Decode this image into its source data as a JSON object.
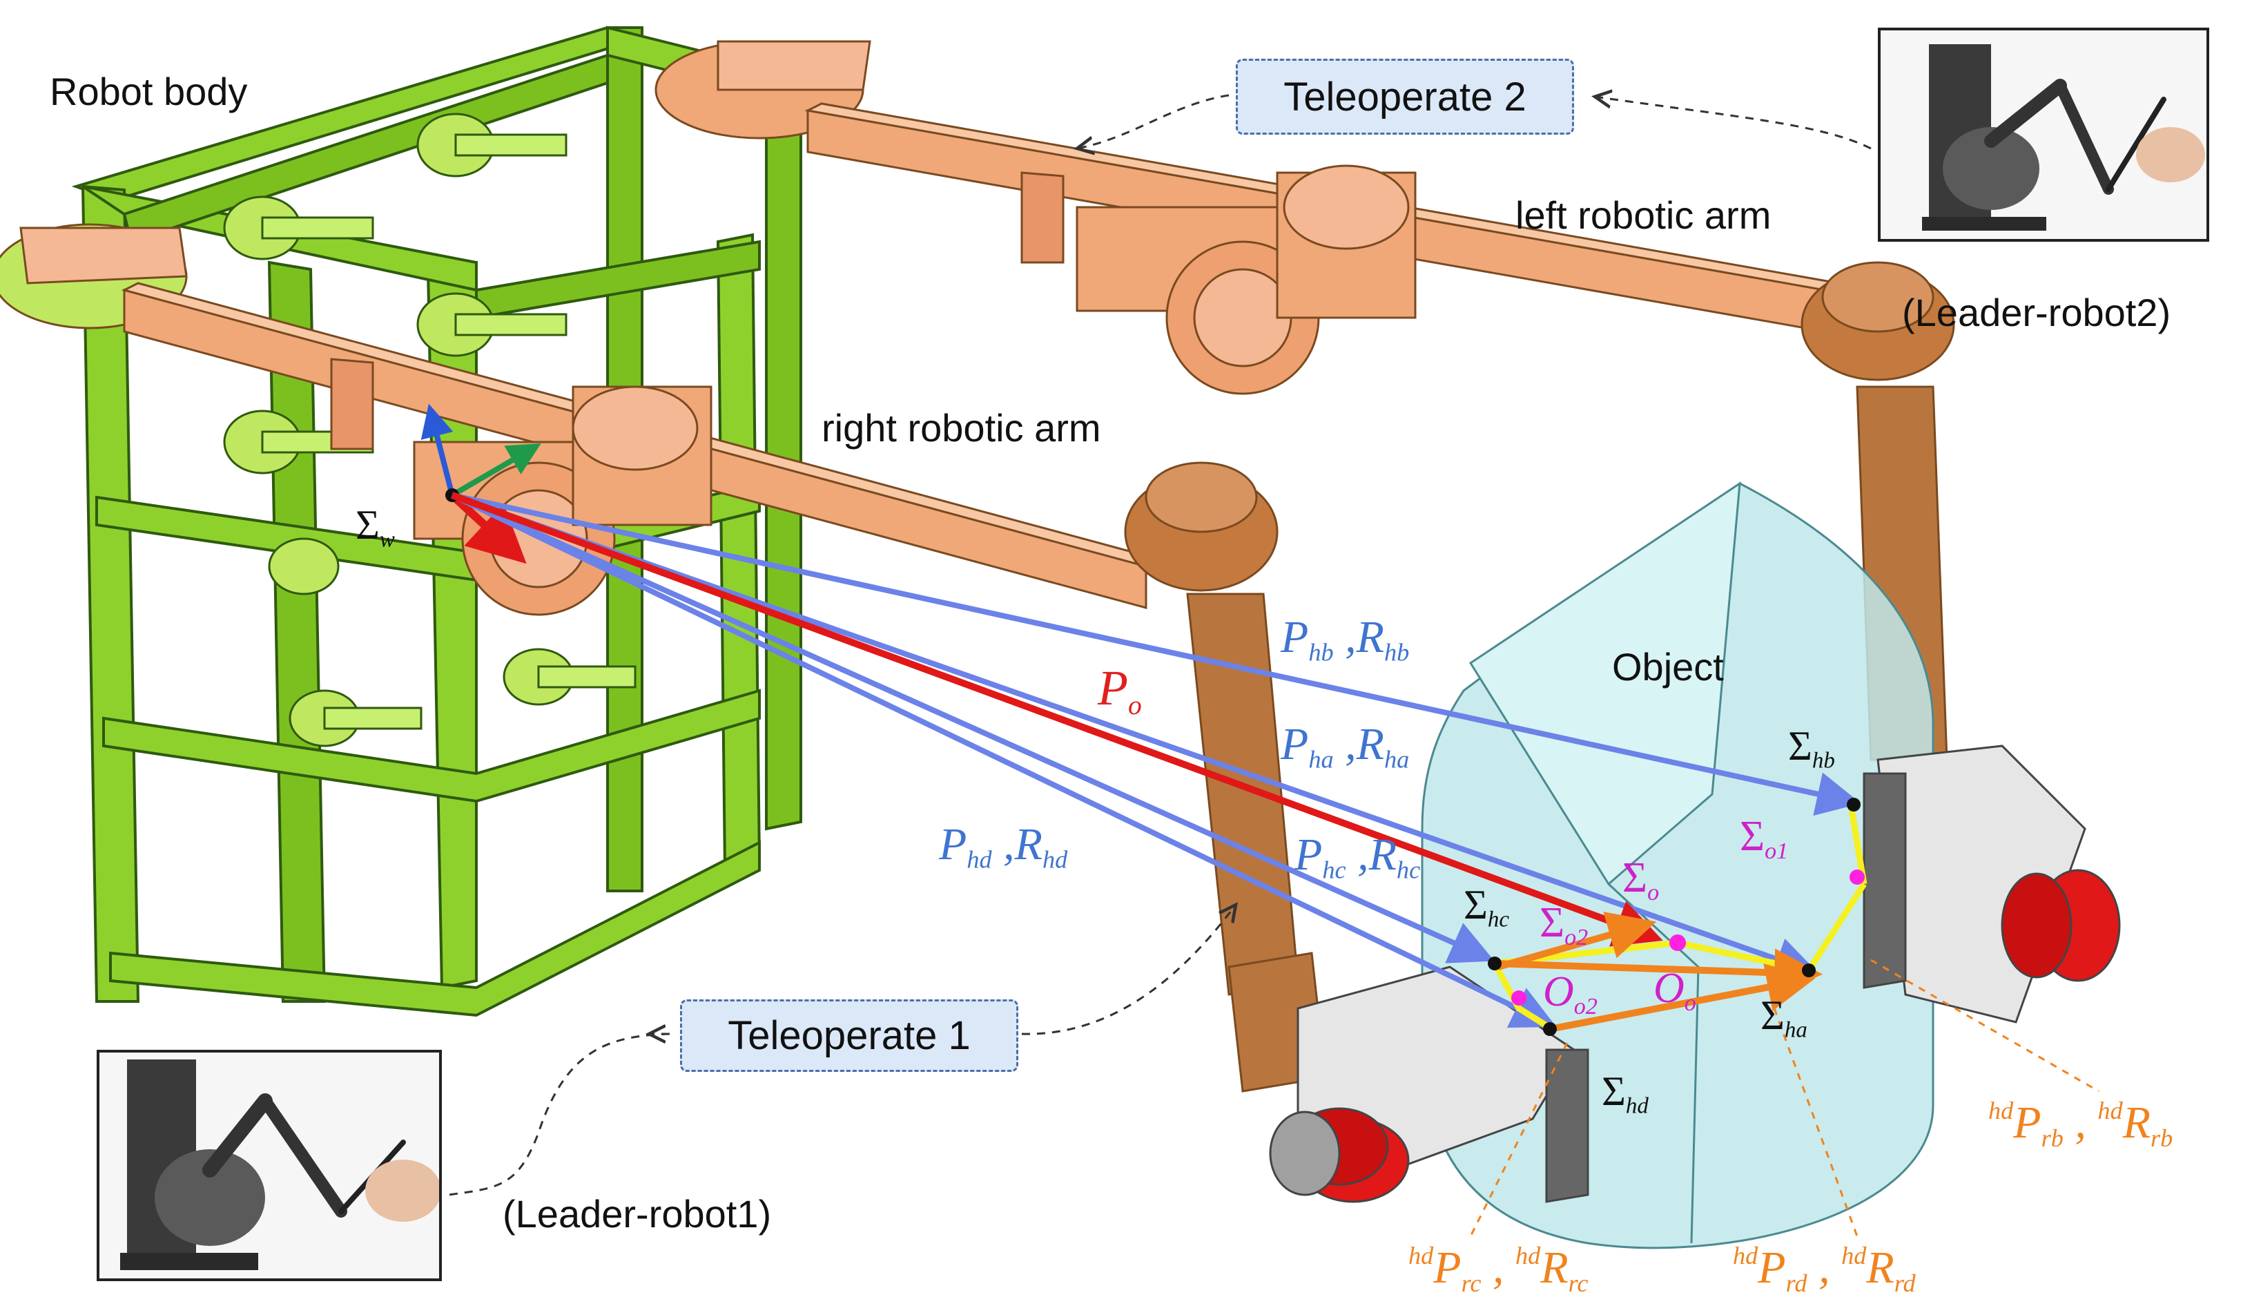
{
  "labels": {
    "robot_body": "Robot body",
    "left_arm": "left robotic arm",
    "right_arm": "right robotic arm",
    "leader2": "(Leader-robot2)",
    "leader1": "(Leader-robot1)",
    "object": "Object",
    "teleoperate2": "Teleoperate 2",
    "teleoperate1": "Teleoperate 1"
  },
  "symbols": {
    "sigma": "Σ",
    "comma": ",",
    "P": "P",
    "R": "R",
    "O": "O",
    "sub_w": "w",
    "sub_o": "o",
    "sub_hb": "hb",
    "sub_ha": "ha",
    "sub_hc": "hc",
    "sub_hd": "hd",
    "sub_o1": "o1",
    "sub_o2": "o2",
    "sub_rb": "rb",
    "sub_rc": "rc",
    "sub_rd": "rd",
    "sup_hd": "hd"
  },
  "colors": {
    "frame_green": "#8ed12c",
    "arm_orange": "#f0a878",
    "link_brown": "#b8763e",
    "gripper_red": "#e01818",
    "object_cyan": "#bfe8ea",
    "vector_blue": "#6b82e8",
    "vector_red": "#e01818",
    "vector_orange": "#f0831e",
    "grasp_yellow": "#f5f020",
    "frame_point_magenta": "#ff20e0",
    "callout_fill": "#dbe8f8"
  }
}
